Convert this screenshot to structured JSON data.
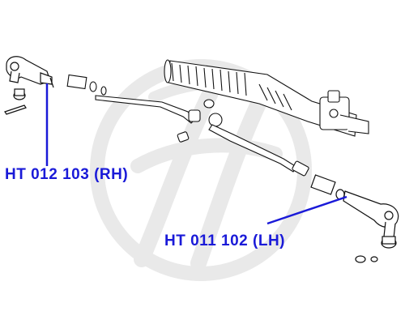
{
  "parts": [
    {
      "id": "rh",
      "label": "HT 012 103 (RH)"
    },
    {
      "id": "lh",
      "label": "HT 011 102 (LH)"
    }
  ],
  "colors": {
    "label_text": "#1a1ad8",
    "leader_line": "#1a1ad8",
    "drawing_stroke": "#111111",
    "watermark": "#e9e9e9"
  },
  "watermark": {
    "type": "brand-logo",
    "icon": "h-logo-watermark"
  }
}
